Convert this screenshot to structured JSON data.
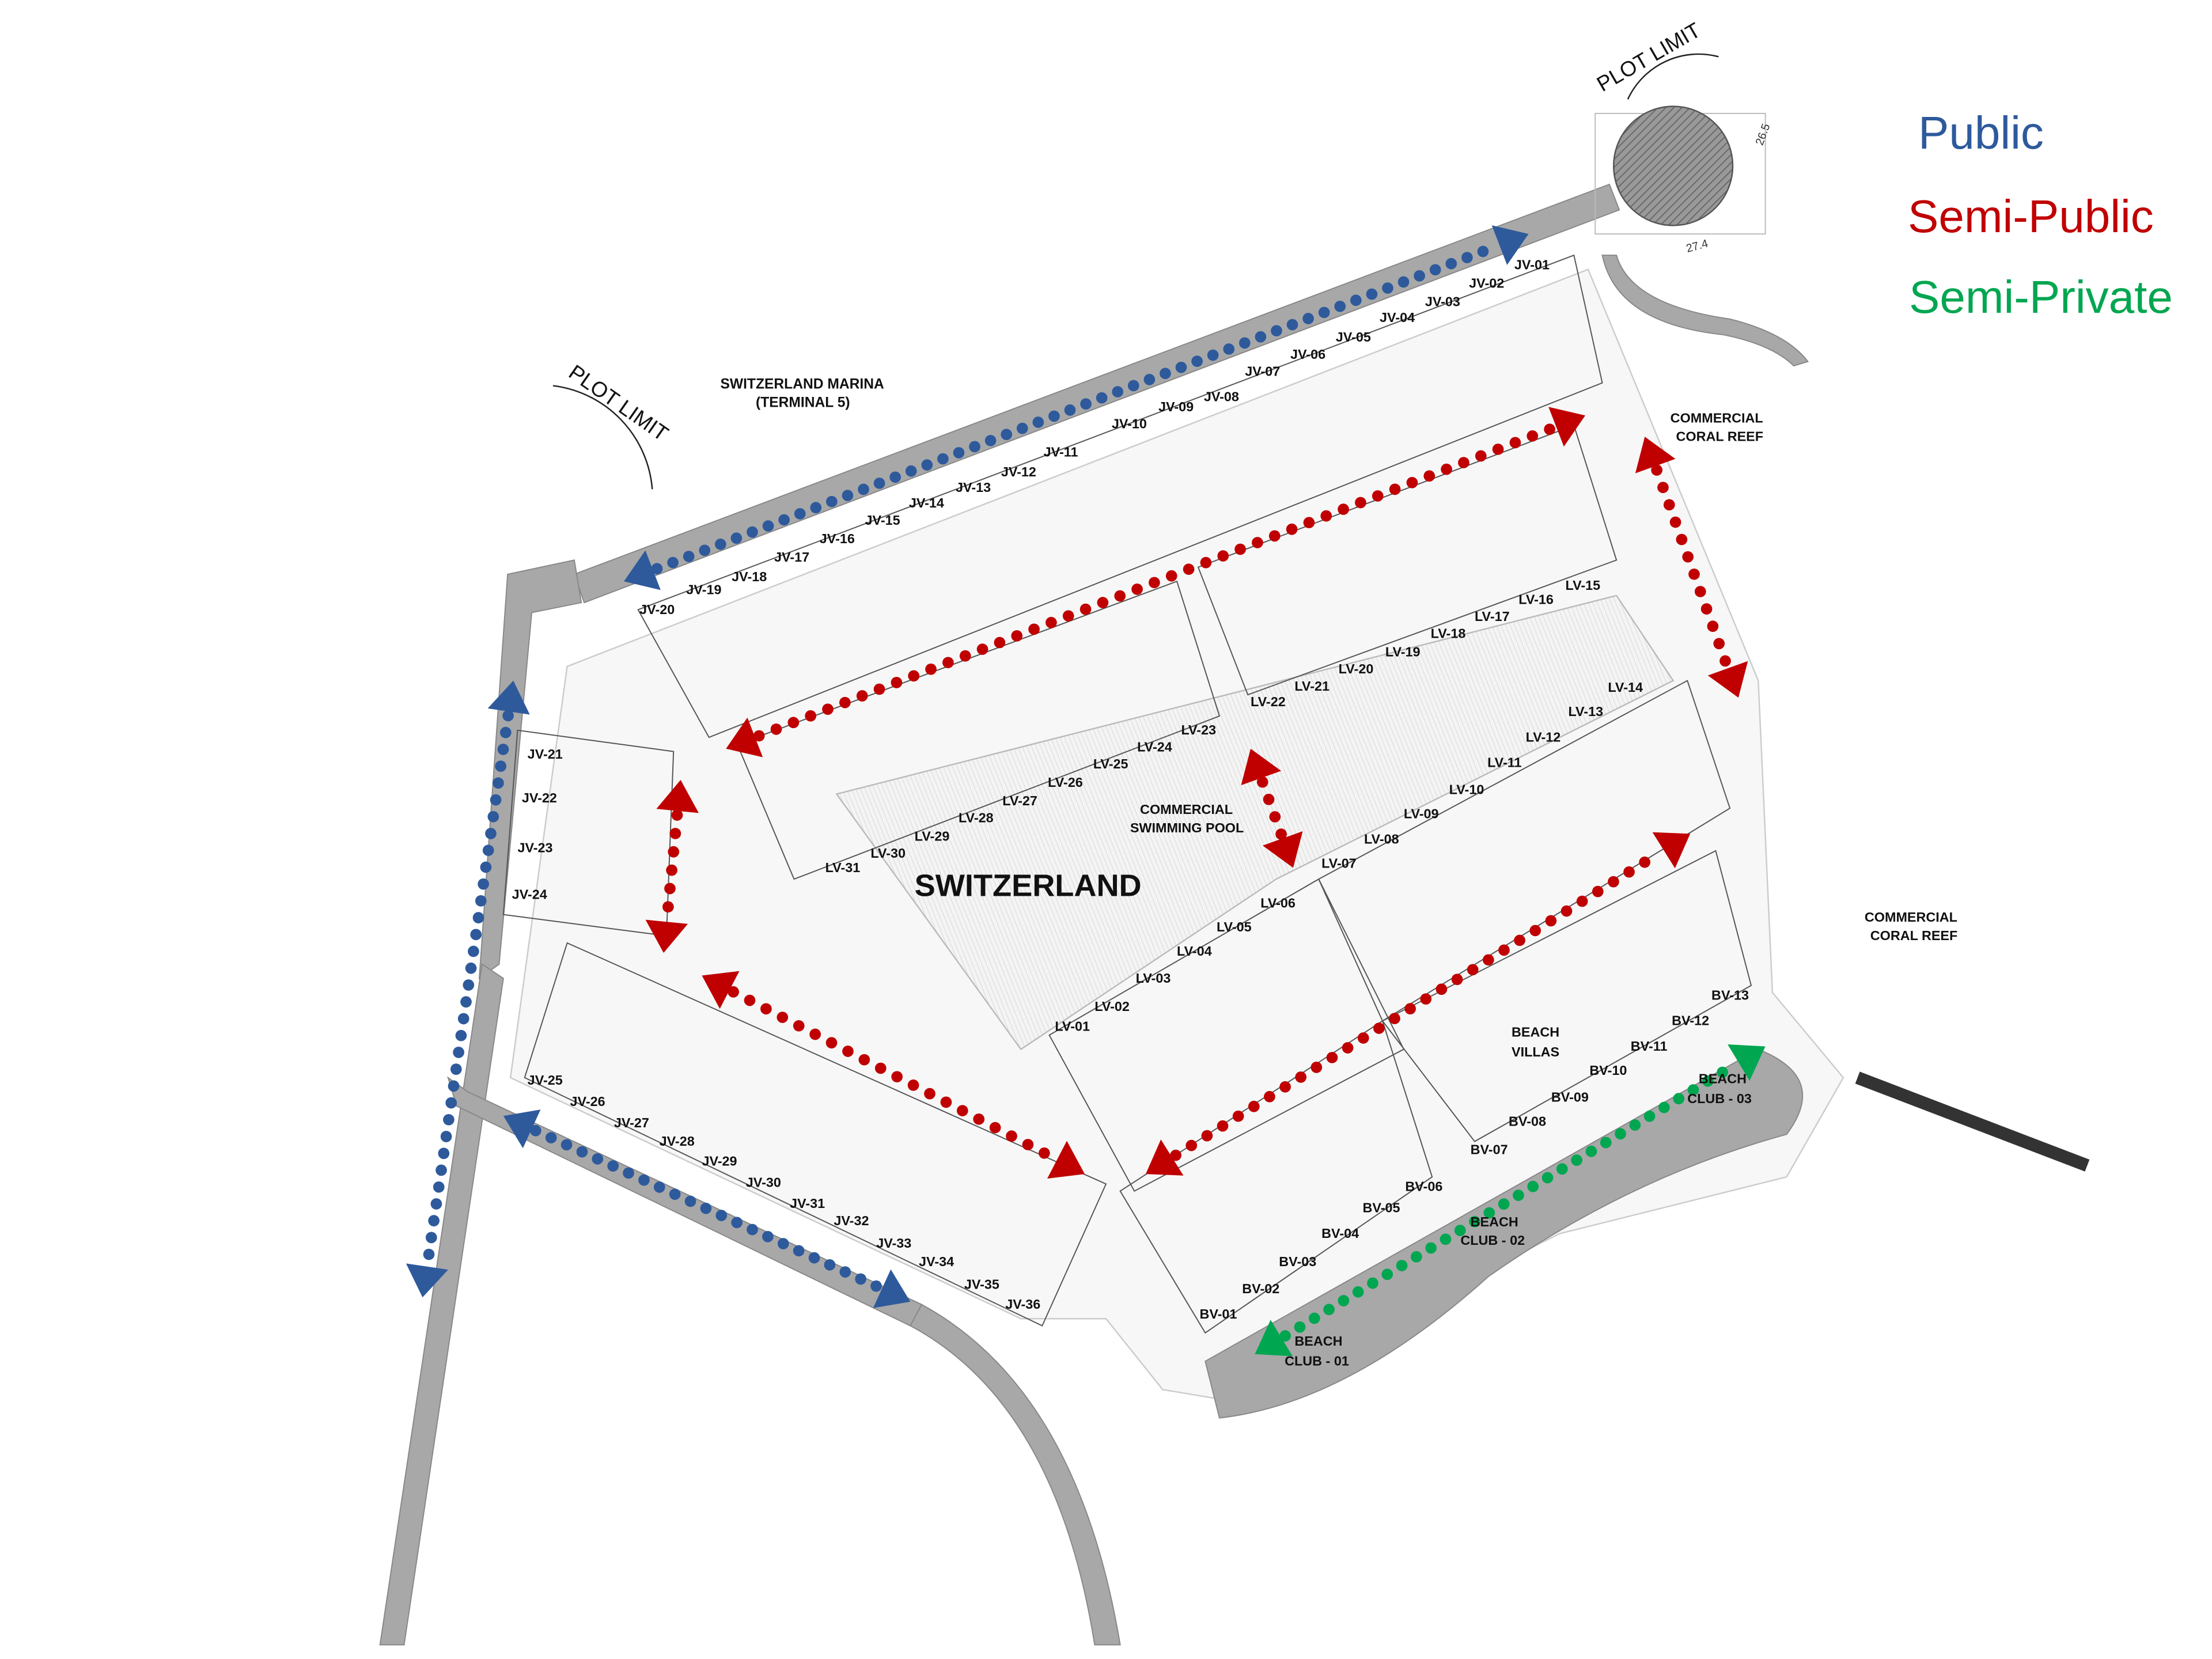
{
  "legend": [
    {
      "label": "Public",
      "color": "#2e5a9c"
    },
    {
      "label": "Semi-Public",
      "color": "#c00000"
    },
    {
      "label": "Semi-Private",
      "color": "#00a650"
    }
  ],
  "title": "SWITZERLAND",
  "marina": {
    "line1": "SWITZERLAND MARINA",
    "line2": "(TERMINAL 5)"
  },
  "plot_limit": "PLOT LIMIT",
  "dimensions": {
    "a": "26.5",
    "b": "27.4"
  },
  "areas": {
    "coral_reef": {
      "line1": "COMMERCIAL",
      "line2": "CORAL REEF"
    },
    "pool": {
      "line1": "COMMERCIAL",
      "line2": "SWIMMING POOL"
    },
    "beach_villas": {
      "line1": "BEACH",
      "line2": "VILLAS"
    },
    "beach_club_01": {
      "line1": "BEACH",
      "line2": "CLUB - 01"
    },
    "beach_club_02": {
      "line1": "BEACH",
      "line2": "CLUB - 02"
    },
    "beach_club_03": {
      "line1": "BEACH",
      "line2": "CLUB - 03"
    }
  },
  "jv_units": [
    "JV-01",
    "JV-02",
    "JV-03",
    "JV-04",
    "JV-05",
    "JV-06",
    "JV-07",
    "JV-08",
    "JV-09",
    "JV-10",
    "JV-11",
    "JV-12",
    "JV-13",
    "JV-14",
    "JV-15",
    "JV-16",
    "JV-17",
    "JV-18",
    "JV-19",
    "JV-20",
    "JV-21",
    "JV-22",
    "JV-23",
    "JV-24",
    "JV-25",
    "JV-26",
    "JV-27",
    "JV-28",
    "JV-29",
    "JV-30",
    "JV-31",
    "JV-32",
    "JV-33",
    "JV-34",
    "JV-35",
    "JV-36"
  ],
  "lv_units": [
    "LV-01",
    "LV-02",
    "LV-03",
    "LV-04",
    "LV-05",
    "LV-06",
    "LV-07",
    "LV-08",
    "LV-09",
    "LV-10",
    "LV-11",
    "LV-12",
    "LV-13",
    "LV-14",
    "LV-15",
    "LV-16",
    "LV-17",
    "LV-18",
    "LV-19",
    "LV-20",
    "LV-21",
    "LV-22",
    "LV-23",
    "LV-24",
    "LV-25",
    "LV-26",
    "LV-27",
    "LV-28",
    "LV-29",
    "LV-30",
    "LV-31"
  ],
  "bv_units": [
    "BV-01",
    "BV-02",
    "BV-03",
    "BV-04",
    "BV-05",
    "BV-06",
    "BV-07",
    "BV-08",
    "BV-09",
    "BV-10",
    "BV-11",
    "BV-12",
    "BV-13"
  ]
}
